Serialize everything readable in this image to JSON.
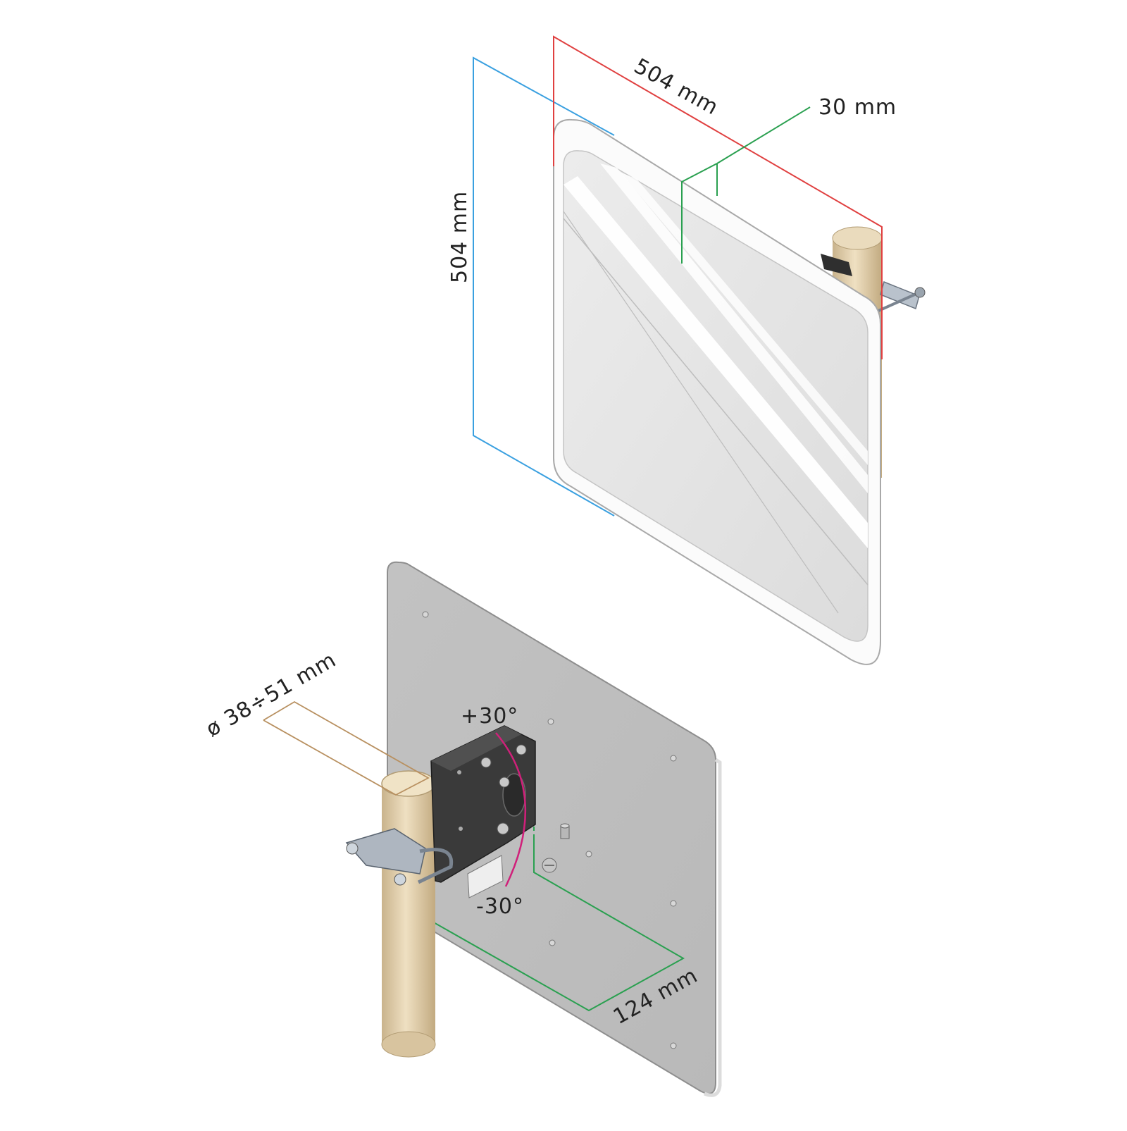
{
  "dimensions": {
    "panel_width": "504 mm",
    "panel_height": "504 mm",
    "panel_depth": "30 mm",
    "mast_diameter": "ø 38÷51 mm",
    "bracket_offset": "124 mm",
    "tilt_up": "+30°",
    "tilt_down": "-30°"
  },
  "colors": {
    "width_line": "#e04040",
    "height_line": "#3aa0e0",
    "depth_line": "#2aa050",
    "offset_line": "#2aa050",
    "mast_line": "#b89060",
    "tilt_arc": "#d0207a",
    "radome": "#f4f4f4",
    "back_plate": "#c8c8c8",
    "mast": "#e3d1b0",
    "bracket": "#3a3a3a"
  }
}
